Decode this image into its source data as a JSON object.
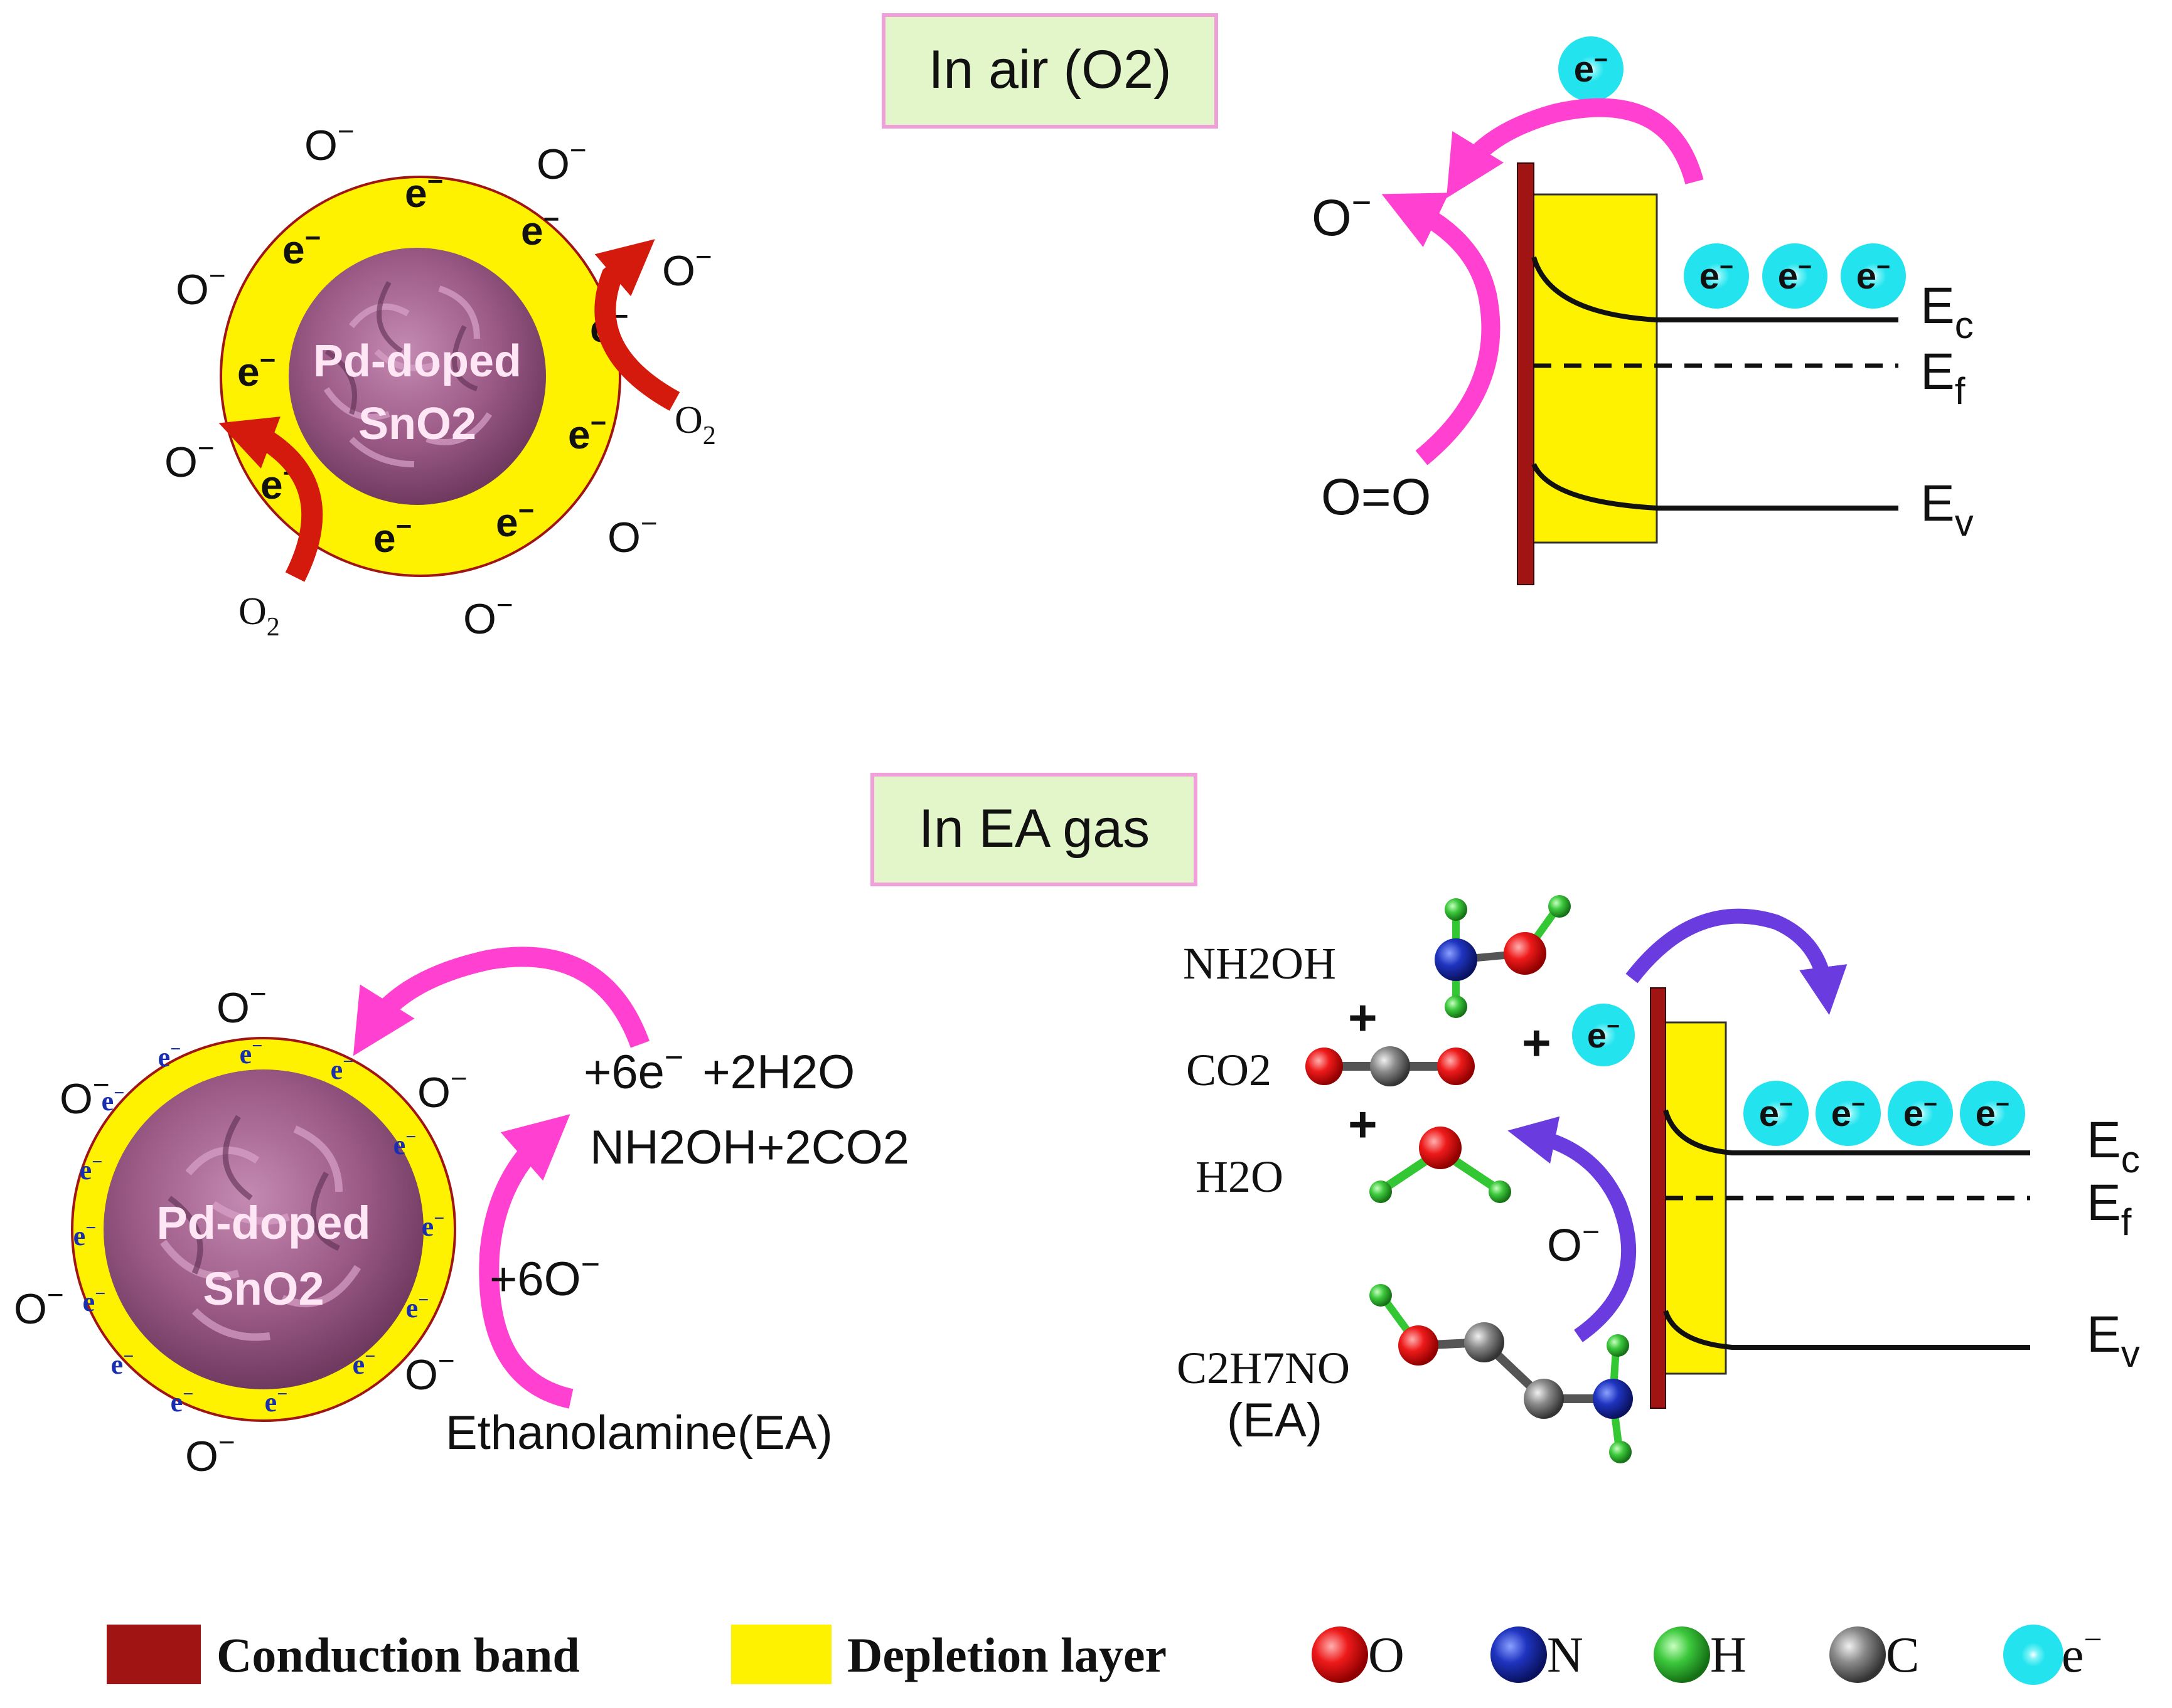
{
  "top": {
    "title": "In air (O2)",
    "particle_label": [
      "Pd-doped",
      "SnO2"
    ],
    "o_minus": "O",
    "o_minus_sup": "−",
    "o2_label": "O",
    "o2_sub": "2",
    "electron": "e",
    "electron_sup": "−",
    "band": {
      "o_minus": "O",
      "o_minus_sup": "−",
      "oxygen_molecule": "O=O",
      "ec": "E",
      "ec_sub": "c",
      "ef": "E",
      "ef_sub": "f",
      "ev": "E",
      "ev_sub": "v"
    }
  },
  "bottom": {
    "title": "In EA gas",
    "particle_label": [
      "Pd-doped",
      "SnO2"
    ],
    "o_minus": "O",
    "o_minus_sup": "−",
    "electron": "e",
    "electron_sup": "−",
    "reaction": {
      "line1_a": "+6e",
      "line1_sup": "−",
      "line1_b": "+2H2O",
      "line2": "NH2OH+2CO2",
      "plus_o": "+6O",
      "plus_o_sup": "−",
      "ea": "Ethanolamine(EA)"
    },
    "molecules": {
      "nh2oh": "NH2OH",
      "co2": "CO2",
      "h2o": "H2O",
      "ea_formula": "C2H7NO",
      "ea_abbr": "(EA)",
      "plus": "+",
      "plus_e": "+",
      "o_minus": "O",
      "o_minus_sup": "−"
    },
    "band": {
      "ec": "E",
      "ec_sub": "c",
      "ef": "E",
      "ef_sub": "f",
      "ev": "E",
      "ev_sub": "v"
    }
  },
  "legend": {
    "conduction_band": "Conduction band",
    "depletion_layer": "Depletion layer",
    "o": "O",
    "n": "N",
    "h": "H",
    "c": "C",
    "e": "e",
    "e_sup": "−"
  },
  "colors": {
    "title_box_fill": "#e3f6c9",
    "title_box_border": "#f0a0d8",
    "yellow": "#fff200",
    "conduction": "#a01414",
    "flower": "#9b5a86",
    "magenta_arrow": "#ff40d0",
    "red_arrow": "#d41a0c",
    "blue_arrow": "#6a3ce0",
    "electron_ball": "#22e3ee",
    "atom_o": "#e01010",
    "atom_n": "#1a2fb0",
    "atom_h": "#33c833",
    "atom_c": "#8a8a8a"
  }
}
